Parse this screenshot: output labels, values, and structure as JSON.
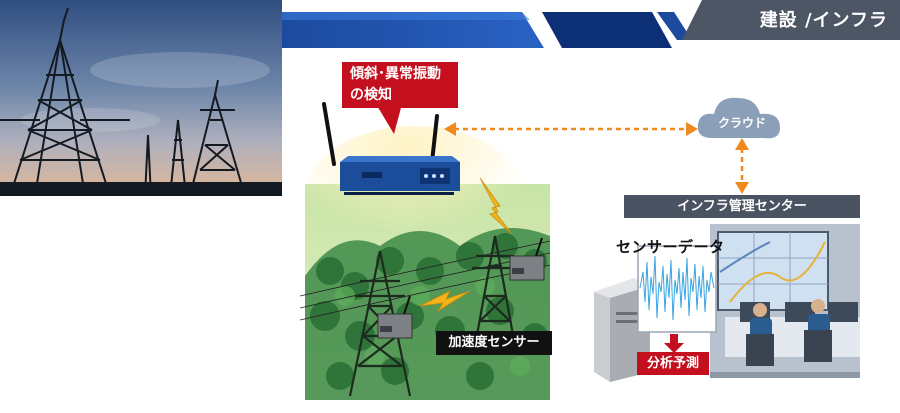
{
  "header": {
    "category": "建設 /インフラ",
    "band_color": "#1f4fa8"
  },
  "callout": {
    "line1": "傾斜･異常振動",
    "line2": "の検知",
    "color": "#c40f1e"
  },
  "cloud": {
    "label": "クラウド"
  },
  "center": {
    "label": "インフラ管理センター"
  },
  "sensor_data": {
    "label": "センサーデータ"
  },
  "sensor": {
    "label": "加速度センサー"
  },
  "analysis": {
    "label": "分析予測"
  },
  "icons": [
    "transmission-tower-photo",
    "router-gateway",
    "cloud-icon",
    "lightning-icon",
    "server-tower",
    "monitor-wall",
    "operator-figure",
    "double-arrow"
  ]
}
